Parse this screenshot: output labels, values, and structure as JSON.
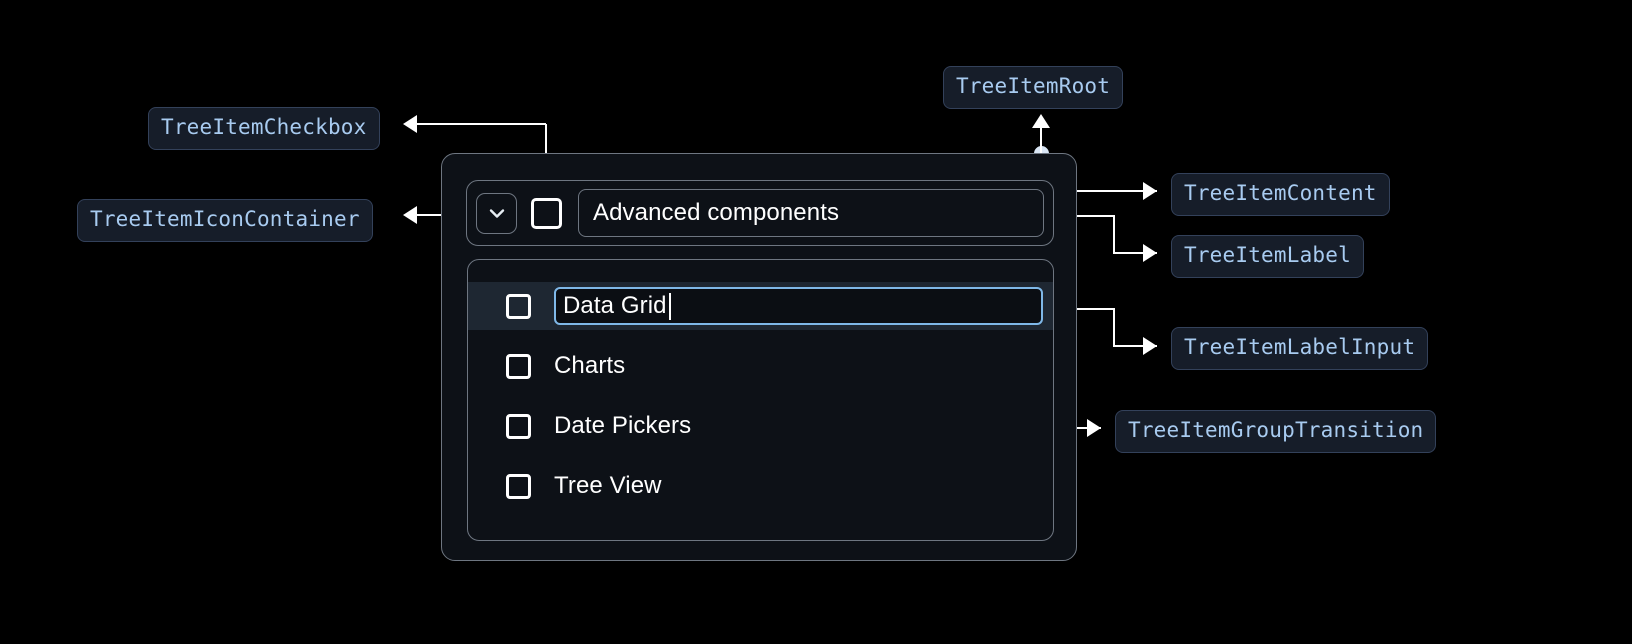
{
  "theme": {
    "background": "#000000",
    "panel_bg": "#0d1117",
    "panel_border": "#6e7681",
    "chip_bg": "#161d29",
    "chip_border": "#33415a",
    "chip_text": "#a8cbf0",
    "connector": "#ffffff",
    "dot": "#d9e6f5",
    "selected_row_bg": "#1e2732",
    "input_focus_border": "#7fb8e8",
    "text": "#ffffff"
  },
  "annotations": {
    "tree_item_checkbox": "TreeItemCheckbox",
    "tree_item_icon_container": "TreeItemIconContainer",
    "tree_item_root": "TreeItemRoot",
    "tree_item_content": "TreeItemContent",
    "tree_item_label": "TreeItemLabel",
    "tree_item_label_input": "TreeItemLabelInput",
    "tree_item_group_transition": "TreeItemGroupTransition"
  },
  "tree": {
    "root": {
      "label": "Advanced components",
      "expand_icon": "chevron-down-icon",
      "checkbox_checked": false
    },
    "children": [
      {
        "label": "Data Grid",
        "checkbox_checked": false,
        "editing": true
      },
      {
        "label": "Charts",
        "checkbox_checked": false,
        "editing": false
      },
      {
        "label": "Date Pickers",
        "checkbox_checked": false,
        "editing": false
      },
      {
        "label": "Tree View",
        "checkbox_checked": false,
        "editing": false
      }
    ]
  }
}
